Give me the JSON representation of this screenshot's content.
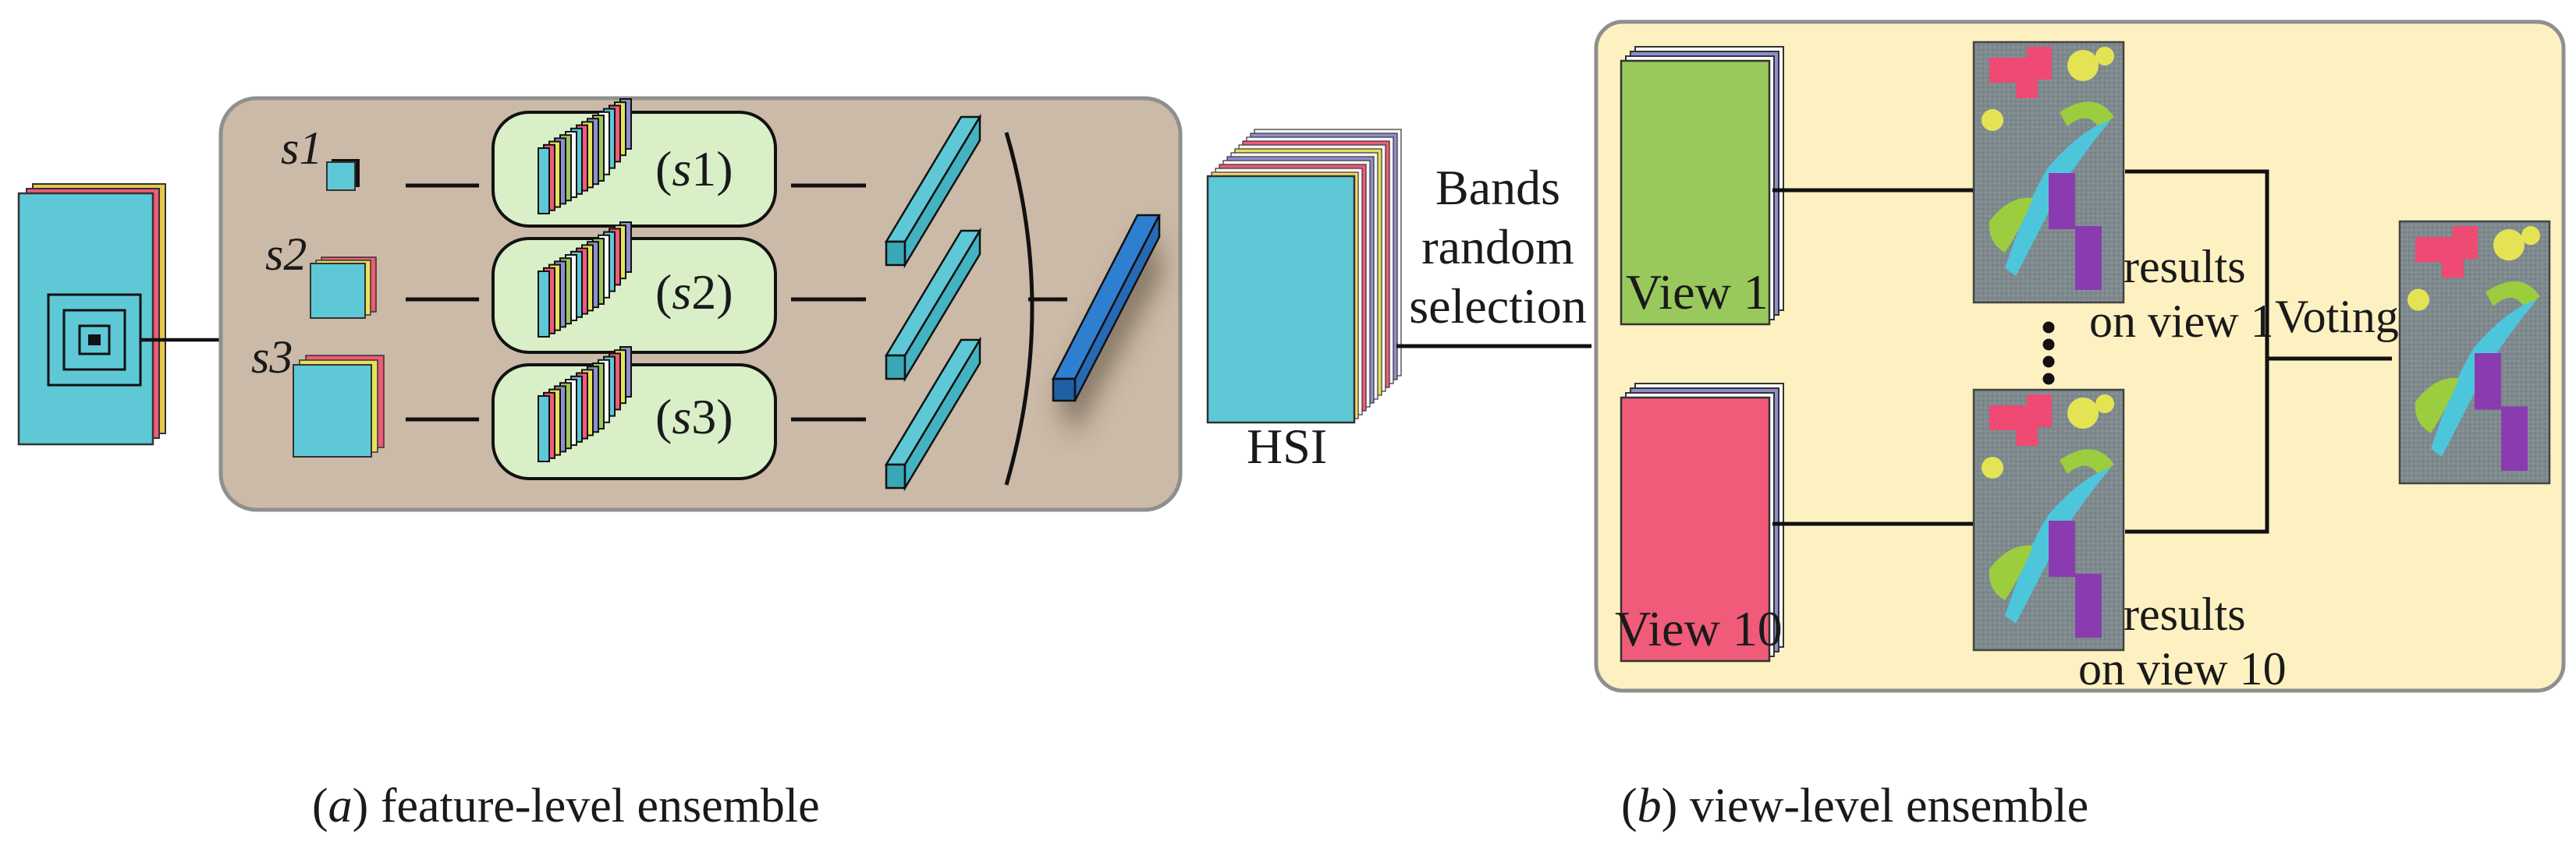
{
  "panel_a": {
    "scales": [
      "s1",
      "s2",
      "s3"
    ],
    "branch_labels": [
      {
        "var": "s",
        "num": "1",
        "open": "(",
        "close": ")"
      },
      {
        "var": "s",
        "num": "2",
        "open": "(",
        "close": ")"
      },
      {
        "var": "s",
        "num": "3",
        "open": "(",
        "close": ")"
      }
    ],
    "caption": {
      "open": "(",
      "letter": "a",
      "close": ")",
      "text": " feature-level ensemble"
    }
  },
  "middle": {
    "hsi_label": "HSI",
    "arrow_text": [
      "Bands",
      "random",
      "selection"
    ]
  },
  "panel_b": {
    "view_labels": [
      "View 1",
      "View 10"
    ],
    "results_labels": [
      [
        "results",
        "on view 1"
      ],
      [
        "results",
        "on view 10"
      ]
    ],
    "voting_label": "Voting",
    "caption": {
      "open": "(",
      "letter": "b",
      "close": ")",
      "text": " view-level ensemble"
    }
  },
  "colors": {
    "panel_a_bg": "#cbbaa7",
    "panel_b_bg": "#fdf1c2",
    "cube_cyan": "#5ec8d6",
    "branch_box": "#d9efc8",
    "feature_bar": "#5ec8d6",
    "fused_bar": "#2f7fd0",
    "view1": "#99c95c",
    "view10": "#ef5b79",
    "map_bg": "#7f8a8f",
    "map_pink": "#ee4a73",
    "map_yellow": "#e4e354",
    "map_green": "#9ccd3e",
    "map_cyan": "#4dc6dc",
    "map_purple": "#8a3bb0"
  }
}
